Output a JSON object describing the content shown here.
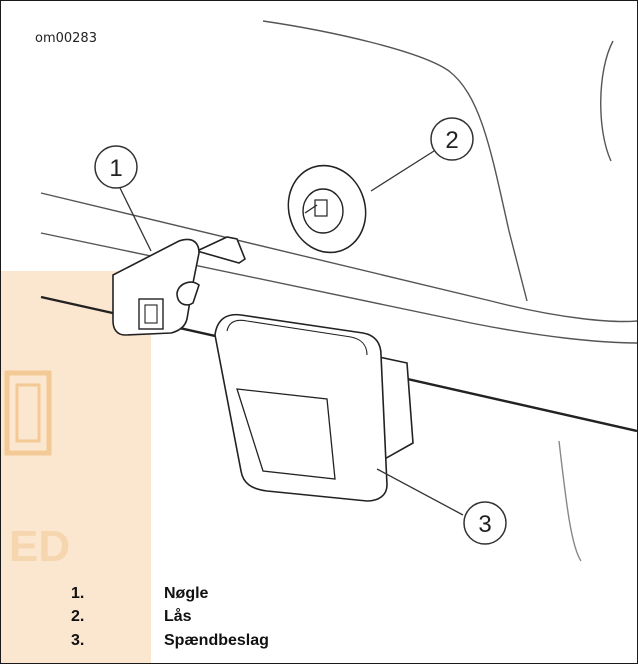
{
  "figure_id": "om00283",
  "callouts": [
    "1",
    "2",
    "3"
  ],
  "legend": [
    {
      "num": "1.",
      "label": "Nøgle"
    },
    {
      "num": "2.",
      "label": "Lås"
    },
    {
      "num": "3.",
      "label": "Spændbeslag"
    }
  ],
  "watermark_color": "#f6d2a6"
}
